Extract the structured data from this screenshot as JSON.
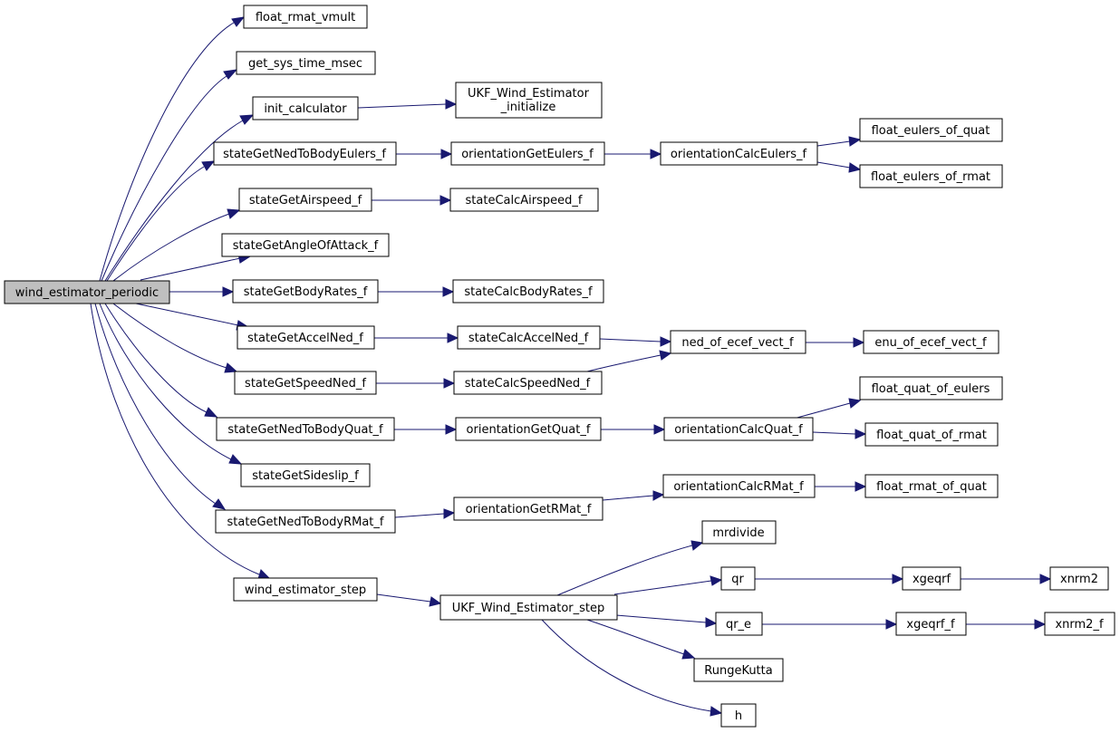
{
  "nodes": {
    "wind_estimator_periodic": "wind_estimator_periodic",
    "float_rmat_vmult": "float_rmat_vmult",
    "get_sys_time_msec": "get_sys_time_msec",
    "init_calculator": "init_calculator",
    "ukf_initialize_line1": "UKF_Wind_Estimator",
    "ukf_initialize_line2": "_initialize",
    "stateGetNedToBodyEulers_f": "stateGetNedToBodyEulers_f",
    "orientationGetEulers_f": "orientationGetEulers_f",
    "orientationCalcEulers_f": "orientationCalcEulers_f",
    "float_eulers_of_quat": "float_eulers_of_quat",
    "float_eulers_of_rmat": "float_eulers_of_rmat",
    "stateGetAirspeed_f": "stateGetAirspeed_f",
    "stateCalcAirspeed_f": "stateCalcAirspeed_f",
    "stateGetAngleOfAttack_f": "stateGetAngleOfAttack_f",
    "stateGetBodyRates_f": "stateGetBodyRates_f",
    "stateCalcBodyRates_f": "stateCalcBodyRates_f",
    "stateGetAccelNed_f": "stateGetAccelNed_f",
    "stateCalcAccelNed_f": "stateCalcAccelNed_f",
    "ned_of_ecef_vect_f": "ned_of_ecef_vect_f",
    "enu_of_ecef_vect_f": "enu_of_ecef_vect_f",
    "stateGetSpeedNed_f": "stateGetSpeedNed_f",
    "stateCalcSpeedNed_f": "stateCalcSpeedNed_f",
    "stateGetNedToBodyQuat_f": "stateGetNedToBodyQuat_f",
    "orientationGetQuat_f": "orientationGetQuat_f",
    "orientationCalcQuat_f": "orientationCalcQuat_f",
    "float_quat_of_eulers": "float_quat_of_eulers",
    "float_quat_of_rmat": "float_quat_of_rmat",
    "stateGetSideslip_f": "stateGetSideslip_f",
    "stateGetNedToBodyRMat_f": "stateGetNedToBodyRMat_f",
    "orientationGetRMat_f": "orientationGetRMat_f",
    "orientationCalcRMat_f": "orientationCalcRMat_f",
    "float_rmat_of_quat": "float_rmat_of_quat",
    "wind_estimator_step": "wind_estimator_step",
    "UKF_Wind_Estimator_step": "UKF_Wind_Estimator_step",
    "mrdivide": "mrdivide",
    "qr": "qr",
    "xgeqrf": "xgeqrf",
    "xnrm2": "xnrm2",
    "qr_e": "qr_e",
    "xgeqrf_f": "xgeqrf_f",
    "xnrm2_f": "xnrm2_f",
    "RungeKutta": "RungeKutta",
    "h": "h"
  },
  "colors": {
    "edge": "#191970",
    "root_fill": "#bfbfbf",
    "node_fill": "#ffffff",
    "node_border": "#000000"
  }
}
